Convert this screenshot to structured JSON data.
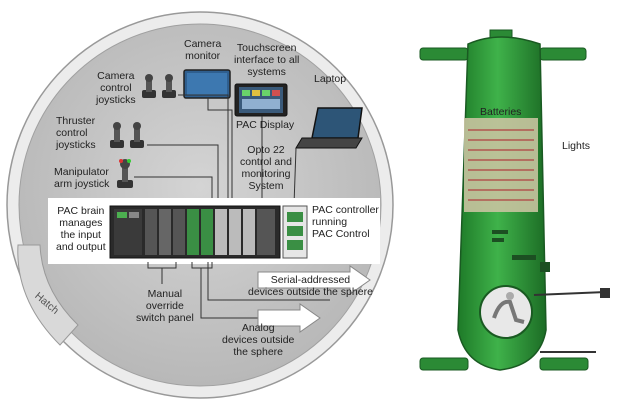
{
  "labels": {
    "camera_monitor": [
      "Camera",
      "monitor"
    ],
    "touchscreen": [
      "Touchscreen",
      "interface to all",
      "systems"
    ],
    "laptop": "Laptop",
    "camera_joysticks": [
      "Camera",
      "control",
      "joysticks"
    ],
    "thruster_joysticks": [
      "Thruster",
      "control",
      "joysticks"
    ],
    "pac_display": "PAC Display",
    "opto22": [
      "Opto 22",
      "control and",
      "monitoring",
      "System"
    ],
    "manipulator": [
      "Manipulator",
      "arm joystick"
    ],
    "pac_brain": [
      "PAC brain",
      "manages",
      "the input",
      "and output"
    ],
    "pac_controller": [
      "PAC controller",
      "running",
      "PAC Control"
    ],
    "manual_override": [
      "Manual",
      "override",
      "switch panel"
    ],
    "serial_devices": [
      "Serial-addressed",
      "devices outside the sphere"
    ],
    "analog_devices": [
      "Analog",
      "devices outside",
      "the sphere"
    ],
    "hatch": "Hatch",
    "batteries": "Batteries",
    "lights": "Lights"
  },
  "colors": {
    "sphere_fill": "#c9c9c9",
    "sphere_ring": "#e6e6e6",
    "panel_white": "#ffffff",
    "sub_green": "#2f9a3a",
    "sub_dark_green": "#1f6e27",
    "monitor_blue": "#2f5f8f"
  }
}
